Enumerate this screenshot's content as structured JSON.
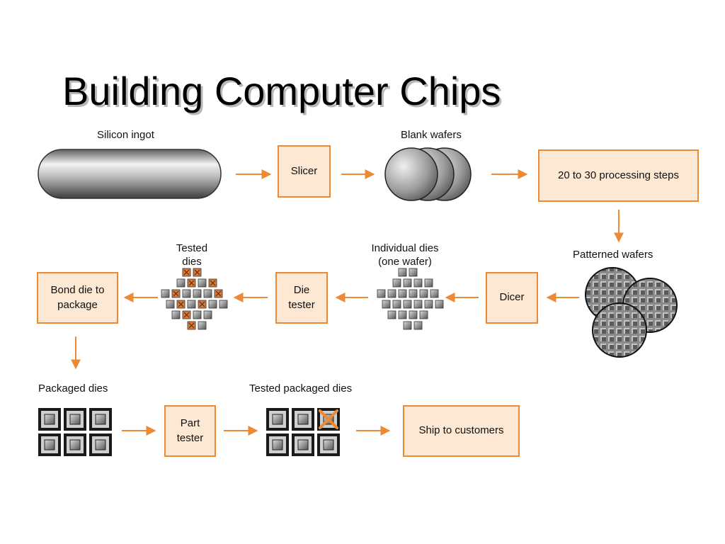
{
  "title": "Building Computer Chips",
  "labels": {
    "silicon_ingot": "Silicon ingot",
    "blank_wafers": "Blank wafers",
    "patterned_wafers": "Patterned wafers",
    "individual_dies": "Individual dies\n(one wafer)",
    "tested_dies": "Tested\ndies",
    "packaged_dies": "Packaged dies",
    "tested_packaged_dies": "Tested packaged dies"
  },
  "steps": {
    "slicer": "Slicer",
    "processing": "20 to 30 processing steps",
    "dicer": "Dicer",
    "die_tester": "Die\ntester",
    "bond": "Bond die to\npackage",
    "part_tester": "Part\ntester",
    "ship": "Ship to customers"
  },
  "colors": {
    "accent": "#ec8a35",
    "box_fill": "#fde8d3",
    "bad_die": "#d87a3a"
  }
}
